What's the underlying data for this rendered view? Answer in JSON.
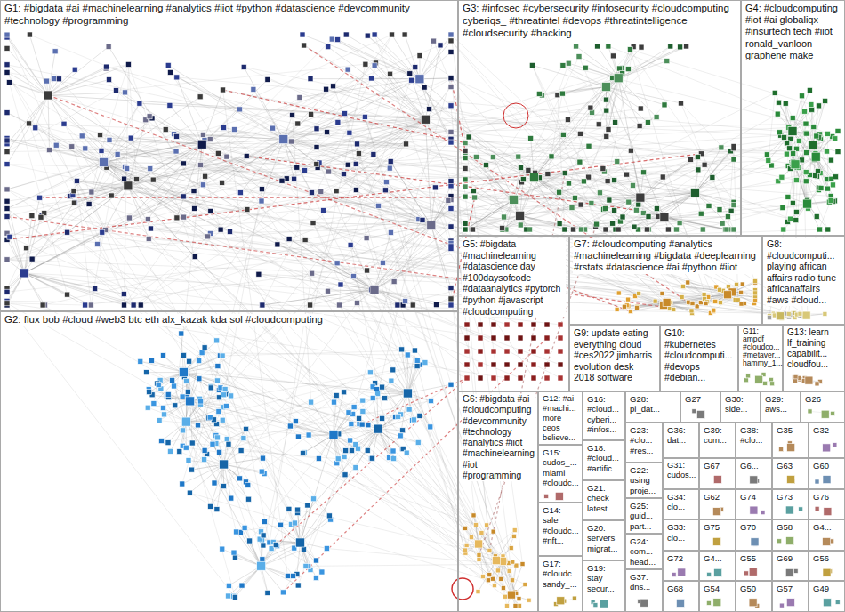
{
  "diagram": {
    "nodes": [
      {
        "text": [
          "G1: #bigdata #ai #machinelearning #analytics #iiot #python #datascience #devcommunity #technology #programming"
        ]
      },
      {
        "text": [
          "G2: flux bob #cloud #web3 btc eth alx_kazak kda sol #cloudcomputing"
        ]
      },
      {
        "text": [
          "G3: #infosec #cybersecurity #infosecurity #cloudcomputing cyberiqs_ #threatintel #devops #threatintelligence #cloudsecurity #hacking"
        ]
      },
      {
        "text": [
          "G4: #cloudcomputing #iot #ai globaliqx #insurtech tech #iiot ronald_vanloon graphene make"
        ]
      },
      {
        "text": [
          "G5: #bigdata #machinelearning #datascience day #100daysofcode #dataanalytics #pytorch #python #javascript #cloudcomputing"
        ]
      },
      {
        "text": [
          "G7: #cloudcomputing #analytics #machinelearning #bigdata #deeplearning #rstats #datascience #ai #python #iiot"
        ]
      },
      {
        "text": [
          "G8: #cloudcomputi... playing african affairs radio tune africanaffairs #aws #cloud..."
        ]
      },
      {
        "text": [
          "G9: update eating everything cloud #ces2022 jimharris evolution desk 2018 software"
        ]
      },
      {
        "text": [
          "G10: #kubernetes #cloudcomputi... #devops #debian..."
        ]
      },
      {
        "text": [
          "G11: ampdf #cloudco... #metaver... hammy_1..."
        ]
      },
      {
        "text": [
          "G13: learn lf_training capabilit... cloudfou..."
        ]
      },
      {
        "text": [
          "G6: #bigdata #ai #cloudcomputing #devcommunity #technology #analytics #iiot #machinelearning #iot #programming"
        ]
      },
      {
        "text": [
          "G12: #ai #machi... more ceos believe..."
        ]
      },
      {
        "text": [
          "G15: cudos_... miami #cloudc..."
        ]
      },
      {
        "text": [
          "G14: sale #cloudc... #nft..."
        ]
      },
      {
        "text": [
          "G17: #cloudc... sandy_..."
        ]
      },
      {
        "text": [
          "G16: #cloud... cyberi... #infos..."
        ]
      },
      {
        "text": [
          "G18: #cloud... #artific..."
        ]
      },
      {
        "text": [
          "G21: check latest..."
        ]
      },
      {
        "text": [
          "G20: servers migrat..."
        ]
      },
      {
        "text": [
          "G19: stay secur..."
        ]
      },
      {
        "text": [
          "G28: pi_dat..."
        ]
      },
      {
        "text": [
          "G27"
        ]
      },
      {
        "text": [
          "G30: side..."
        ]
      },
      {
        "text": [
          "G29: aws..."
        ]
      },
      {
        "text": [
          "G26"
        ]
      },
      {
        "text": [
          "G23: #clo... #res..."
        ]
      },
      {
        "text": [
          "G22: using proje..."
        ]
      },
      {
        "text": [
          "G25: guid... part..."
        ]
      },
      {
        "text": [
          "G24: com... head..."
        ]
      },
      {
        "text": [
          "G37: dns..."
        ]
      },
      {
        "text": [
          "G36: dat..."
        ]
      },
      {
        "text": [
          "G39: com..."
        ]
      },
      {
        "text": [
          "G38: #clo..."
        ]
      },
      {
        "text": [
          "G35"
        ]
      },
      {
        "text": [
          "G32"
        ]
      },
      {
        "text": [
          "G31: cudos..."
        ]
      },
      {
        "text": [
          "G67"
        ]
      },
      {
        "text": [
          "G6..."
        ]
      },
      {
        "text": [
          "G63"
        ]
      },
      {
        "text": [
          "G60"
        ]
      },
      {
        "text": [
          "G34: clo..."
        ]
      },
      {
        "text": [
          "G62"
        ]
      },
      {
        "text": [
          "G74"
        ]
      },
      {
        "text": [
          "G73"
        ]
      },
      {
        "text": [
          "G76"
        ]
      },
      {
        "text": [
          "G33: clo..."
        ]
      },
      {
        "text": [
          "G75"
        ]
      },
      {
        "text": [
          "G70"
        ]
      },
      {
        "text": [
          "G58"
        ]
      },
      {
        "text": [
          "G4..."
        ]
      },
      {
        "text": [
          "G72"
        ]
      },
      {
        "text": [
          "G4..."
        ]
      },
      {
        "text": [
          "G55"
        ]
      },
      {
        "text": [
          "G69"
        ]
      },
      {
        "text": [
          "G56"
        ]
      },
      {
        "text": [
          "G68"
        ]
      },
      {
        "text": [
          "G54"
        ]
      },
      {
        "text": [
          "G50"
        ]
      },
      {
        "text": [
          "G57"
        ]
      },
      {
        "text": [
          "G49"
        ]
      }
    ]
  }
}
